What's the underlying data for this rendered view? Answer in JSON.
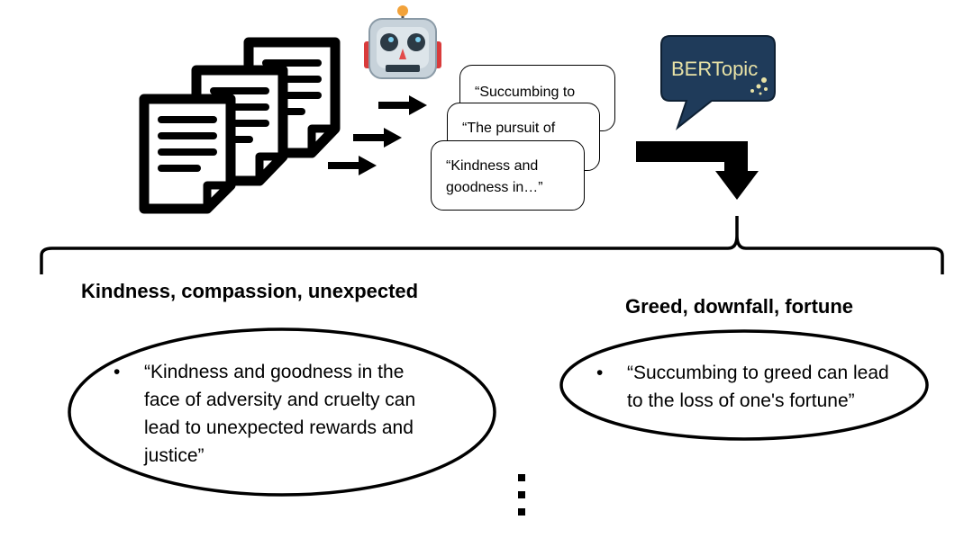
{
  "bertopic_logo": {
    "text": "BERTopic",
    "bubble_color": "#1f3b5a",
    "text_color": "#e8e2a6",
    "icon": "speech-bubble-logo"
  },
  "robot": {
    "icon": "robot-face-icon"
  },
  "documents": {
    "icon": "document-stack-icon",
    "count": 3
  },
  "summary_cards": [
    {
      "text_line1": "“Succumbing to",
      "text_line2": ""
    },
    {
      "text_line1": "“The pursuit of",
      "text_line2": ""
    },
    {
      "text_line1": "“Kindness and",
      "text_line2": "goodness in…”"
    }
  ],
  "clusters": [
    {
      "title": "Kindness, compassion, unexpected",
      "bullet": "•",
      "lines": [
        "“Kindness and goodness in the",
        "face of adversity and cruelty can",
        "lead to unexpected rewards and",
        "justice”"
      ]
    },
    {
      "title": "Greed, downfall, fortune",
      "bullet": "•",
      "lines": [
        "“Succumbing to greed can lead",
        "to the loss of one's fortune”"
      ]
    }
  ],
  "more_indicator": {
    "icon": "vertical-ellipsis-icon"
  }
}
